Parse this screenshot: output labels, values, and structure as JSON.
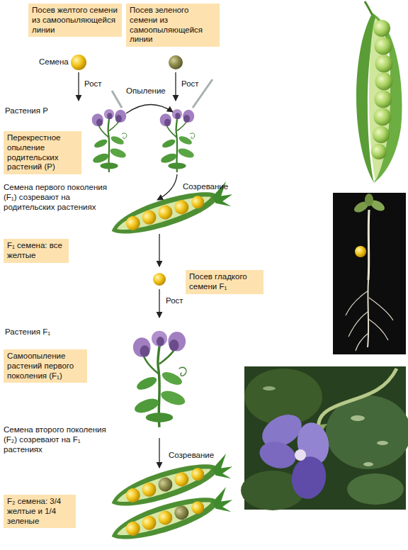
{
  "diagram": {
    "nodes": [
      {
        "text": [
          "Посев желтого семени из самоопыляющейся линии"
        ]
      },
      {
        "text": [
          "Посев зеленого семени из самоопыляющейся линии"
        ]
      },
      {
        "text": [
          "Перекрестное опыление родительских растений (P)"
        ]
      },
      {
        "text": [
          "F₁ семена: все желтые"
        ]
      },
      {
        "text": [
          "Посев гладкого семени F₁"
        ]
      },
      {
        "text": [
          "Самоопыление растений первого поколения (F₁)"
        ]
      },
      {
        "text": [
          "F₂ семена: 3/4 желтые и 1/4 зеленые"
        ]
      }
    ],
    "labels": [
      "Семена",
      "Рост",
      "Рост",
      "Растения P",
      "Опыление",
      "Семена первого поколения (F₁) созревают на родительских растениях",
      "Созревание",
      "Рост",
      "Растения F₁",
      "Семена второго поколения (F₂) созревают на F₁ растениях",
      "Созревание"
    ]
  }
}
